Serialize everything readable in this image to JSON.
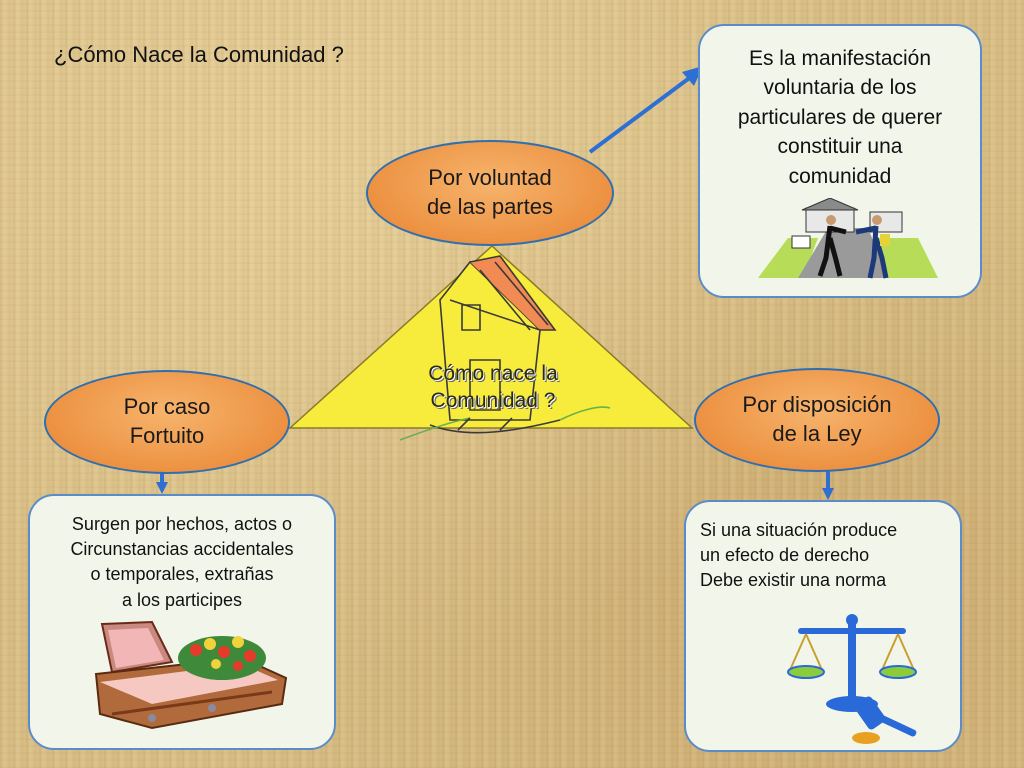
{
  "title": "¿Cómo Nace la Comunidad ?",
  "center_label": [
    "Cómo nace la",
    "Comunidad ?"
  ],
  "nodes": {
    "voluntad": [
      "Por voluntad",
      "de las partes"
    ],
    "caso": [
      "Por caso",
      "Fortuito"
    ],
    "ley": [
      "Por disposición",
      "de la Ley"
    ]
  },
  "boxes": {
    "voluntad": [
      "Es la manifestación",
      "voluntaria de los",
      "particulares de querer",
      "constituir una",
      "comunidad"
    ],
    "caso": [
      "Surgen por hechos, actos o",
      "Circunstancias accidentales",
      "o temporales, extrañas",
      "a los participes"
    ],
    "ley": [
      "Si una situación produce",
      "un efecto de derecho",
      "Debe existir una norma"
    ]
  },
  "colors": {
    "oval_fill": "#ec8f3f",
    "triangle_fill": "#f7ec3c",
    "box_border": "#5b8cc8",
    "arrow": "#2e6fd4"
  }
}
